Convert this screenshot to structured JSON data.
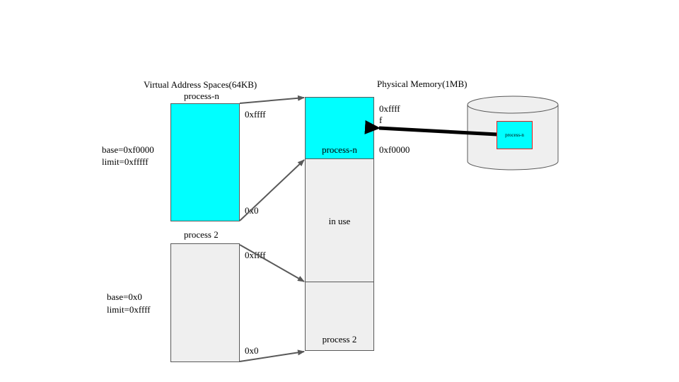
{
  "virtual": {
    "heading": "Virtual Address Spaces(64KB)",
    "process_n": {
      "name": "process-n",
      "top_addr": "0xffff",
      "bottom_addr": "0x0",
      "base": "base=0xf0000",
      "limit": "limit=0xfffff"
    },
    "process_2": {
      "name": "process 2",
      "top_addr": "0xffff",
      "bottom_addr": "0x0",
      "base": "base=0x0",
      "limit": "limit=0xffff"
    }
  },
  "physical": {
    "heading": "Physical Memory(1MB)",
    "top_addr_line1": "0xffff",
    "top_addr_line2": "f",
    "split_addr": "0xf0000",
    "segments": {
      "top": "process-n",
      "middle": "in use",
      "bottom": "process 2"
    }
  },
  "disk": {
    "chip_label": "process-n"
  },
  "colors": {
    "cyan": "#00ffff",
    "grey": "#efefef",
    "border": "#595959",
    "arrow": "#595959",
    "chip_border": "#e02020"
  }
}
